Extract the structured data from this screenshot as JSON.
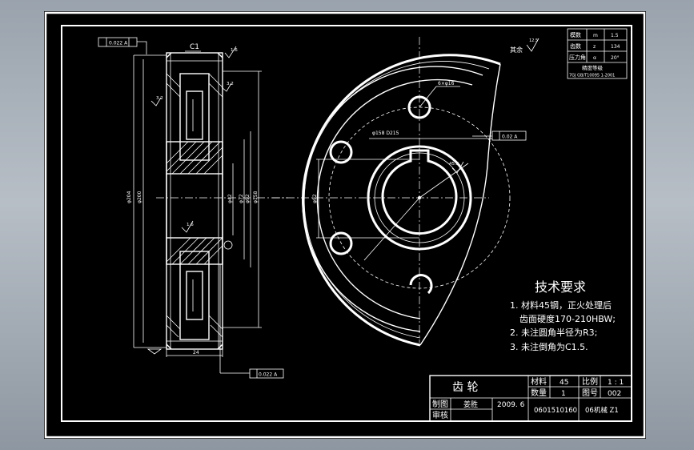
{
  "drawing": {
    "gear_table": {
      "rows": [
        {
          "label": "模数",
          "symbol": "m",
          "value": "1.5"
        },
        {
          "label": "齿数",
          "symbol": "z",
          "value": "134"
        },
        {
          "label": "压力角",
          "symbol": "α",
          "value": "20°"
        }
      ],
      "accuracy_label": "精度等级",
      "accuracy_value": "7GJ GB/T10095 1-2001"
    },
    "roughness_rest": "其余",
    "roughness_rest_value": "12.5",
    "technical_requirements": {
      "title": "技术要求",
      "lines": [
        "1. 材料45钢，正火处理后",
        "齿面硬度170-210HBW;",
        "2. 未注圆角半径为R3;",
        "3. 未注倒角为C1.5."
      ]
    },
    "title_block": {
      "part_name": "齿    轮",
      "material_label": "材料",
      "material_value": "45",
      "scale_label": "比例",
      "scale_value": "1 : 1",
      "quantity_label": "数量",
      "quantity_value": "1",
      "drawing_no_label": "图号",
      "drawing_no_value": "002",
      "drawn_label": "制图",
      "drawn_name": "姜胜",
      "drawn_date": "2009. 6",
      "student_no": "0601510160",
      "class_name": "06机械 Z1",
      "check_label": "审核"
    },
    "annotations": {
      "chamfer": "C1",
      "holes": "6×φ16",
      "pcd": "φ158 D215",
      "tol_left_top": "0.022 A",
      "tol_right": "0.02 A",
      "tol_bottom": "0.022 A",
      "rough_side": "1.6",
      "rough_a": "3.2",
      "rough_b": "1.6",
      "dim_outer": "φ204",
      "dim_root": "φ200",
      "dim_hub": "φ72",
      "dim_bore": "φ42",
      "dim_bolt": "φ158",
      "dim_inner": "φ92",
      "dim_key": "45.3",
      "datum": "A",
      "dim_width": "24"
    }
  },
  "colors": {
    "background": "#000000",
    "line": "#ffffff",
    "frame_outer": "#b7bec6"
  }
}
